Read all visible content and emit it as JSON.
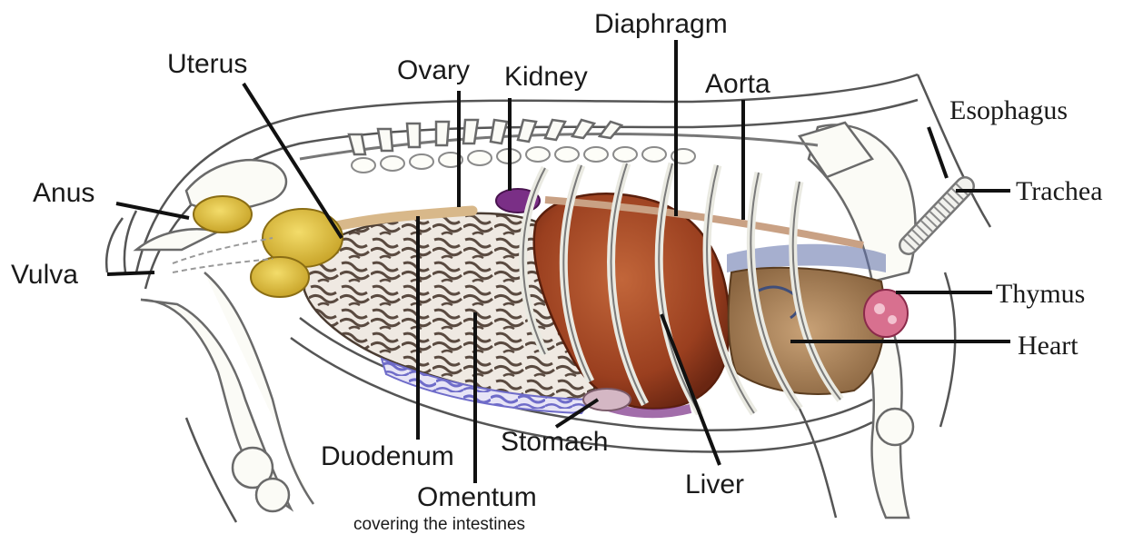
{
  "labels": {
    "diaphragm": "Diaphragm",
    "uterus": "Uterus",
    "ovary": "Ovary",
    "kidney": "Kidney",
    "aorta": "Aorta",
    "esophagus": "Esophagus",
    "trachea": "Trachea",
    "anus": "Anus",
    "vulva": "Vulva",
    "thymus": "Thymus",
    "heart": "Heart",
    "duodenum": "Duodenum",
    "stomach": "Stomach",
    "liver": "Liver",
    "omentum": "Omentum",
    "omentum_note": "covering the intestines"
  },
  "colors": {
    "liver": "#9a3f1f",
    "uterus": "#d9b93a",
    "kidney": "#7a2f86",
    "heart": "#a07a4e",
    "thymus": "#c94a78",
    "intestine": "#5a4a40",
    "omentum_blue": "#6f6cc9"
  }
}
